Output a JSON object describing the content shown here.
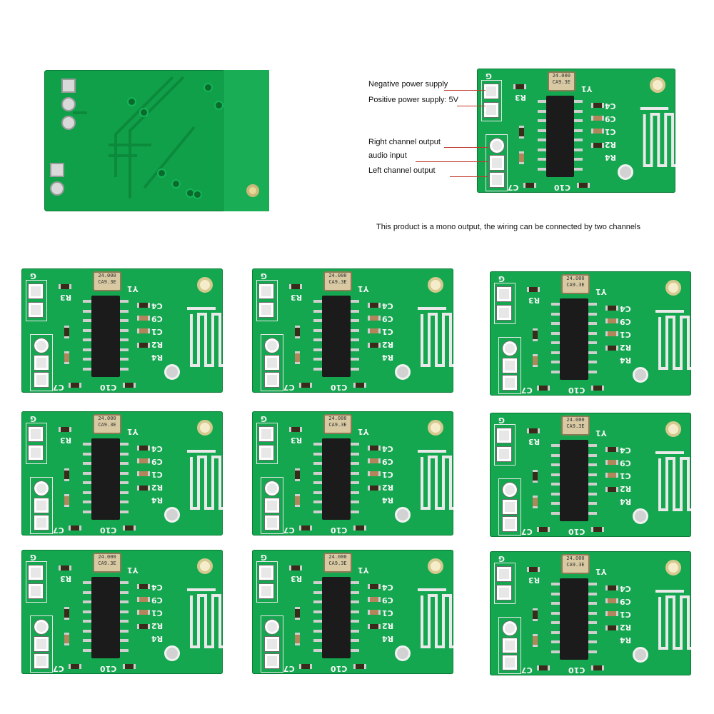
{
  "annotations": {
    "negative_power": "Negative power supply",
    "positive_power": "Positive power supply: 5V",
    "right_channel": "Right channel output",
    "audio_input": "audio input",
    "left_channel": "Left channel output"
  },
  "caption": "This product is a mono output, the wiring can be connected by two channels",
  "board": {
    "crystal_line1": "24.000",
    "crystal_line2": "CA9.3E",
    "silk_r3": "R3",
    "silk_y1": "Y1",
    "silk_c4": "C4",
    "silk_c9": "C9",
    "silk_c1": "C1",
    "silk_r2": "R2",
    "silk_r4": "R4",
    "silk_c10": "C10",
    "silk_c7": "C7",
    "silk_g": "G"
  },
  "colors": {
    "pcb_green": "#14a74f",
    "leader_red": "#c0392b"
  }
}
